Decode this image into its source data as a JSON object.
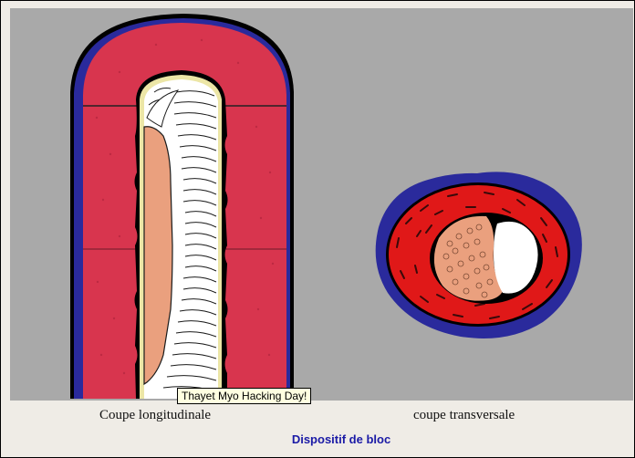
{
  "figure": {
    "longitudinal_caption": "Coupe longitudinale",
    "transverse_caption": "coupe transversale",
    "subtitle": "Dispositif de bloc"
  },
  "tooltip": {
    "text": "Thayet Myo Hacking Day!"
  },
  "colors": {
    "background": "#a9a9a9",
    "caption_band": "#efece6",
    "adventitia": "#2a2a9c",
    "media": "#d8354e",
    "media_transverse": "#e01818",
    "plaque": "#eaa07e",
    "lumen": "#ffffff",
    "subtitle": "#1a1aa6"
  }
}
